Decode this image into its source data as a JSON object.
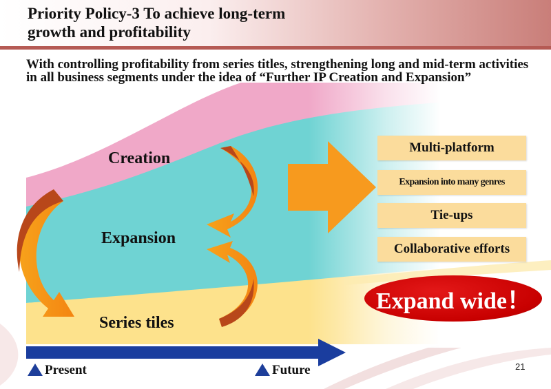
{
  "header": {
    "title_line1": "Priority Policy-3 To achieve long-term",
    "title_line2": "growth and profitability"
  },
  "subtitle": "With controlling profitability from series titles, strengthening long and mid-term activities in all business segments under the idea of “Further IP Creation and Expansion”",
  "diagram": {
    "creation_label": "Creation",
    "expansion_label": "Expansion",
    "series_label": "Series tiles"
  },
  "outcomes": [
    "Multi-platform",
    "Expansion into many genres",
    "Tie-ups",
    "Collaborative efforts"
  ],
  "expand_wide": "Expand wide！",
  "timeline": {
    "present_label": "Present",
    "future_label": "Future"
  },
  "page_number": "21",
  "colors": {
    "creation_band": "#f0a8c8",
    "expansion_band": "#6fd3d3",
    "series_band": "#fde28c",
    "arrow_orange": "#f79a1e",
    "arrow_brown": "#b8471a",
    "timeline_blue": "#1a3d9e",
    "outcome_box": "#fbdc9c",
    "expand_oval": "#d00000"
  },
  "icons": [
    "curved-arrow",
    "big-right-arrow",
    "timeline-arrow",
    "triangle-marker"
  ]
}
